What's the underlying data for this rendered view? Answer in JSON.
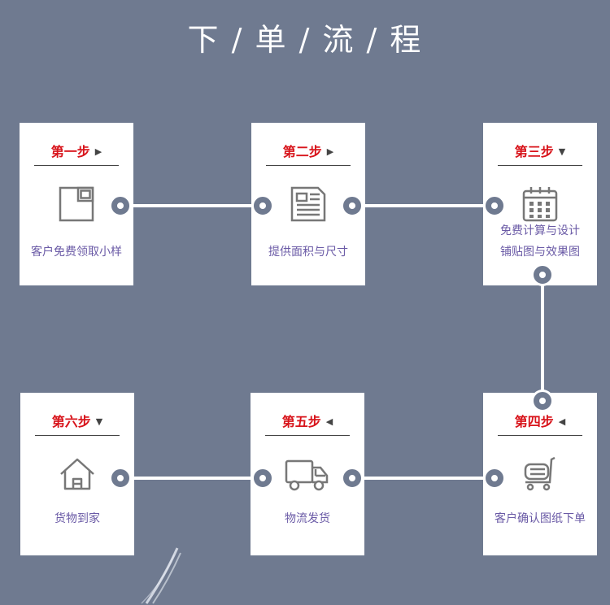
{
  "title": "下 / 单 / 流 / 程",
  "steps": [
    {
      "label": "第一步",
      "arrow": "▶",
      "lines": [
        "客户免费领取小样"
      ],
      "icon": "sample-icon"
    },
    {
      "label": "第二步",
      "arrow": "▶",
      "lines": [
        "提供面积与尺寸"
      ],
      "icon": "document-icon"
    },
    {
      "label": "第三步",
      "arrow": "▼",
      "lines": [
        "免费计算与设计",
        "铺贴图与效果图"
      ],
      "icon": "calendar-icon"
    },
    {
      "label": "第四步",
      "arrow": "◀",
      "lines": [
        "客户确认图纸下单"
      ],
      "icon": "cart-icon"
    },
    {
      "label": "第五步",
      "arrow": "◀",
      "lines": [
        "物流发货"
      ],
      "icon": "truck-icon"
    },
    {
      "label": "第六步",
      "arrow": "▼",
      "lines": [
        "货物到家"
      ],
      "icon": "house-icon"
    }
  ],
  "colors": {
    "background": "#6f7a90",
    "step_label": "#d8141b",
    "description": "#6a5aa6",
    "icon": "#777777"
  }
}
